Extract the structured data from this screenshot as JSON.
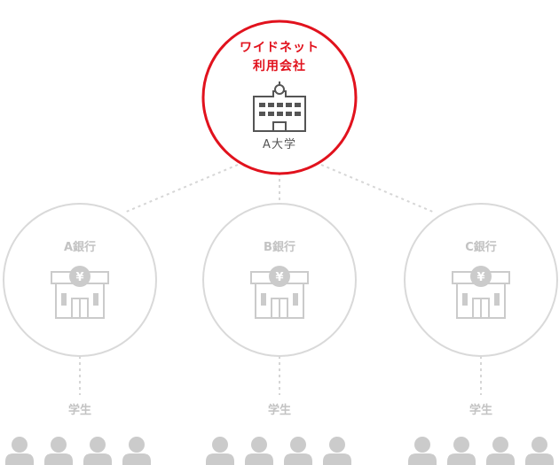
{
  "hub": {
    "title_line1": "ワイドネット",
    "title_line2": "利用会社",
    "subtitle": "A大学",
    "icon": "school-building-icon"
  },
  "banks": [
    {
      "name": "A銀行",
      "icon": "bank-yen-icon"
    },
    {
      "name": "B銀行",
      "icon": "bank-yen-icon"
    },
    {
      "name": "C銀行",
      "icon": "bank-yen-icon"
    }
  ],
  "student_groups": [
    {
      "label": "学生",
      "icon": "person-icon",
      "person_count": 4
    },
    {
      "label": "学生",
      "icon": "person-icon",
      "person_count": 4
    },
    {
      "label": "学生",
      "icon": "person-icon",
      "person_count": 4
    }
  ],
  "colors": {
    "accent": "#e1121d",
    "hub_text": "#555555",
    "muted_line": "#d6d6d6",
    "muted_text": "#c3c3c3",
    "muted_icon": "#cbcbcb"
  }
}
